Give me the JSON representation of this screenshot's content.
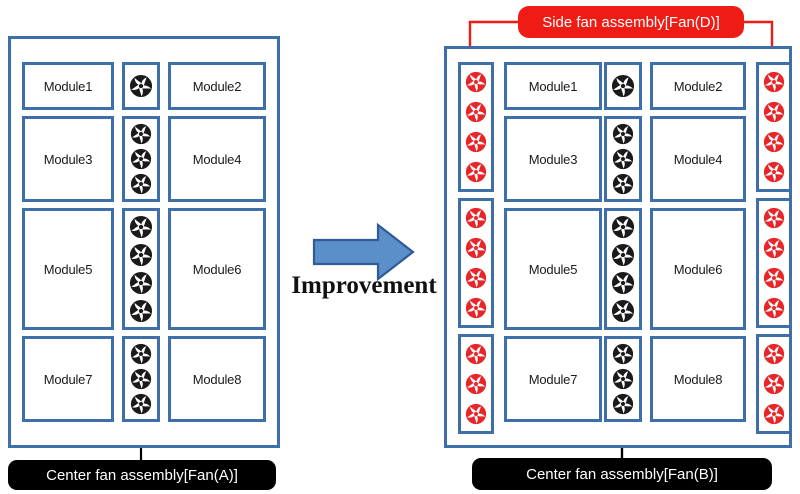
{
  "diagram": {
    "title_transition": "Improvement",
    "colors": {
      "frame_blue": "#3F6FA8",
      "fan_black": "#1a1a1a",
      "fan_red": "#E8262A",
      "callout_red": "#EE1C15",
      "callout_black": "#000000",
      "arrow_blue": "#5B8FC9",
      "arrow_blue_border": "#2F5C96"
    },
    "before": {
      "name": "before-chassis",
      "modules": [
        {
          "label": "Module1",
          "col": "left",
          "row": 1
        },
        {
          "label": "Module2",
          "col": "right",
          "row": 1
        },
        {
          "label": "Module3",
          "col": "left",
          "row": 2
        },
        {
          "label": "Module4",
          "col": "right",
          "row": 2
        },
        {
          "label": "Module5",
          "col": "left",
          "row": 3
        },
        {
          "label": "Module6",
          "col": "right",
          "row": 3
        },
        {
          "label": "Module7",
          "col": "left",
          "row": 4
        },
        {
          "label": "Module8",
          "col": "right",
          "row": 4
        }
      ],
      "center_fan_column": {
        "name": "center-fan-assembly",
        "fan_color": "black",
        "groups": [
          1,
          3,
          4,
          3
        ],
        "total_fans": 11
      },
      "callout": {
        "text": "Center fan assembly[Fan(A)]",
        "style": "black"
      }
    },
    "after": {
      "name": "after-chassis",
      "modules": [
        {
          "label": "Module1",
          "col": "left",
          "row": 1
        },
        {
          "label": "Module2",
          "col": "right",
          "row": 1
        },
        {
          "label": "Module3",
          "col": "left",
          "row": 2
        },
        {
          "label": "Module4",
          "col": "right",
          "row": 2
        },
        {
          "label": "Module5",
          "col": "left",
          "row": 3
        },
        {
          "label": "Module6",
          "col": "right",
          "row": 3
        },
        {
          "label": "Module7",
          "col": "left",
          "row": 4
        },
        {
          "label": "Module8",
          "col": "right",
          "row": 4
        }
      ],
      "center_fan_column": {
        "name": "center-fan-assembly",
        "fan_color": "black",
        "groups": [
          1,
          3,
          4,
          3
        ],
        "total_fans": 11
      },
      "side_fan_column_left": {
        "name": "side-fan-assembly-left",
        "fan_color": "red",
        "groups": [
          4,
          4,
          3
        ],
        "total_fans": 11
      },
      "side_fan_column_right": {
        "name": "side-fan-assembly-right",
        "fan_color": "red",
        "groups": [
          4,
          4,
          3
        ],
        "total_fans": 11
      },
      "callout_bottom": {
        "text": "Center fan assembly[Fan(B)]",
        "style": "black"
      },
      "callout_top": {
        "text": "Side fan assembly[Fan(D)]",
        "style": "red"
      }
    }
  }
}
